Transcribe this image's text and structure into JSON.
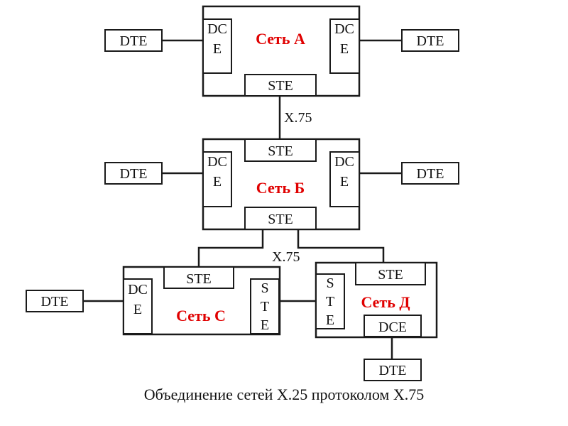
{
  "colors": {
    "line": "#1a1a1a",
    "network_label": "#e00000",
    "text": "#111111"
  },
  "networks": {
    "a": {
      "label": "Сеть А"
    },
    "b": {
      "label": "Сеть Б"
    },
    "c": {
      "label": "Сеть С"
    },
    "d": {
      "label": "Сеть Д"
    }
  },
  "nodes": {
    "dte": "DTE",
    "ste": "STE",
    "dce": "DCE",
    "dce_split": [
      "DC",
      "E"
    ],
    "ste_vertical": [
      "S",
      "T",
      "E"
    ]
  },
  "links": {
    "x75_top": "X.75",
    "x75_mid": "X.75"
  },
  "caption": "Объединение сетей X.25 протоколом X.75"
}
